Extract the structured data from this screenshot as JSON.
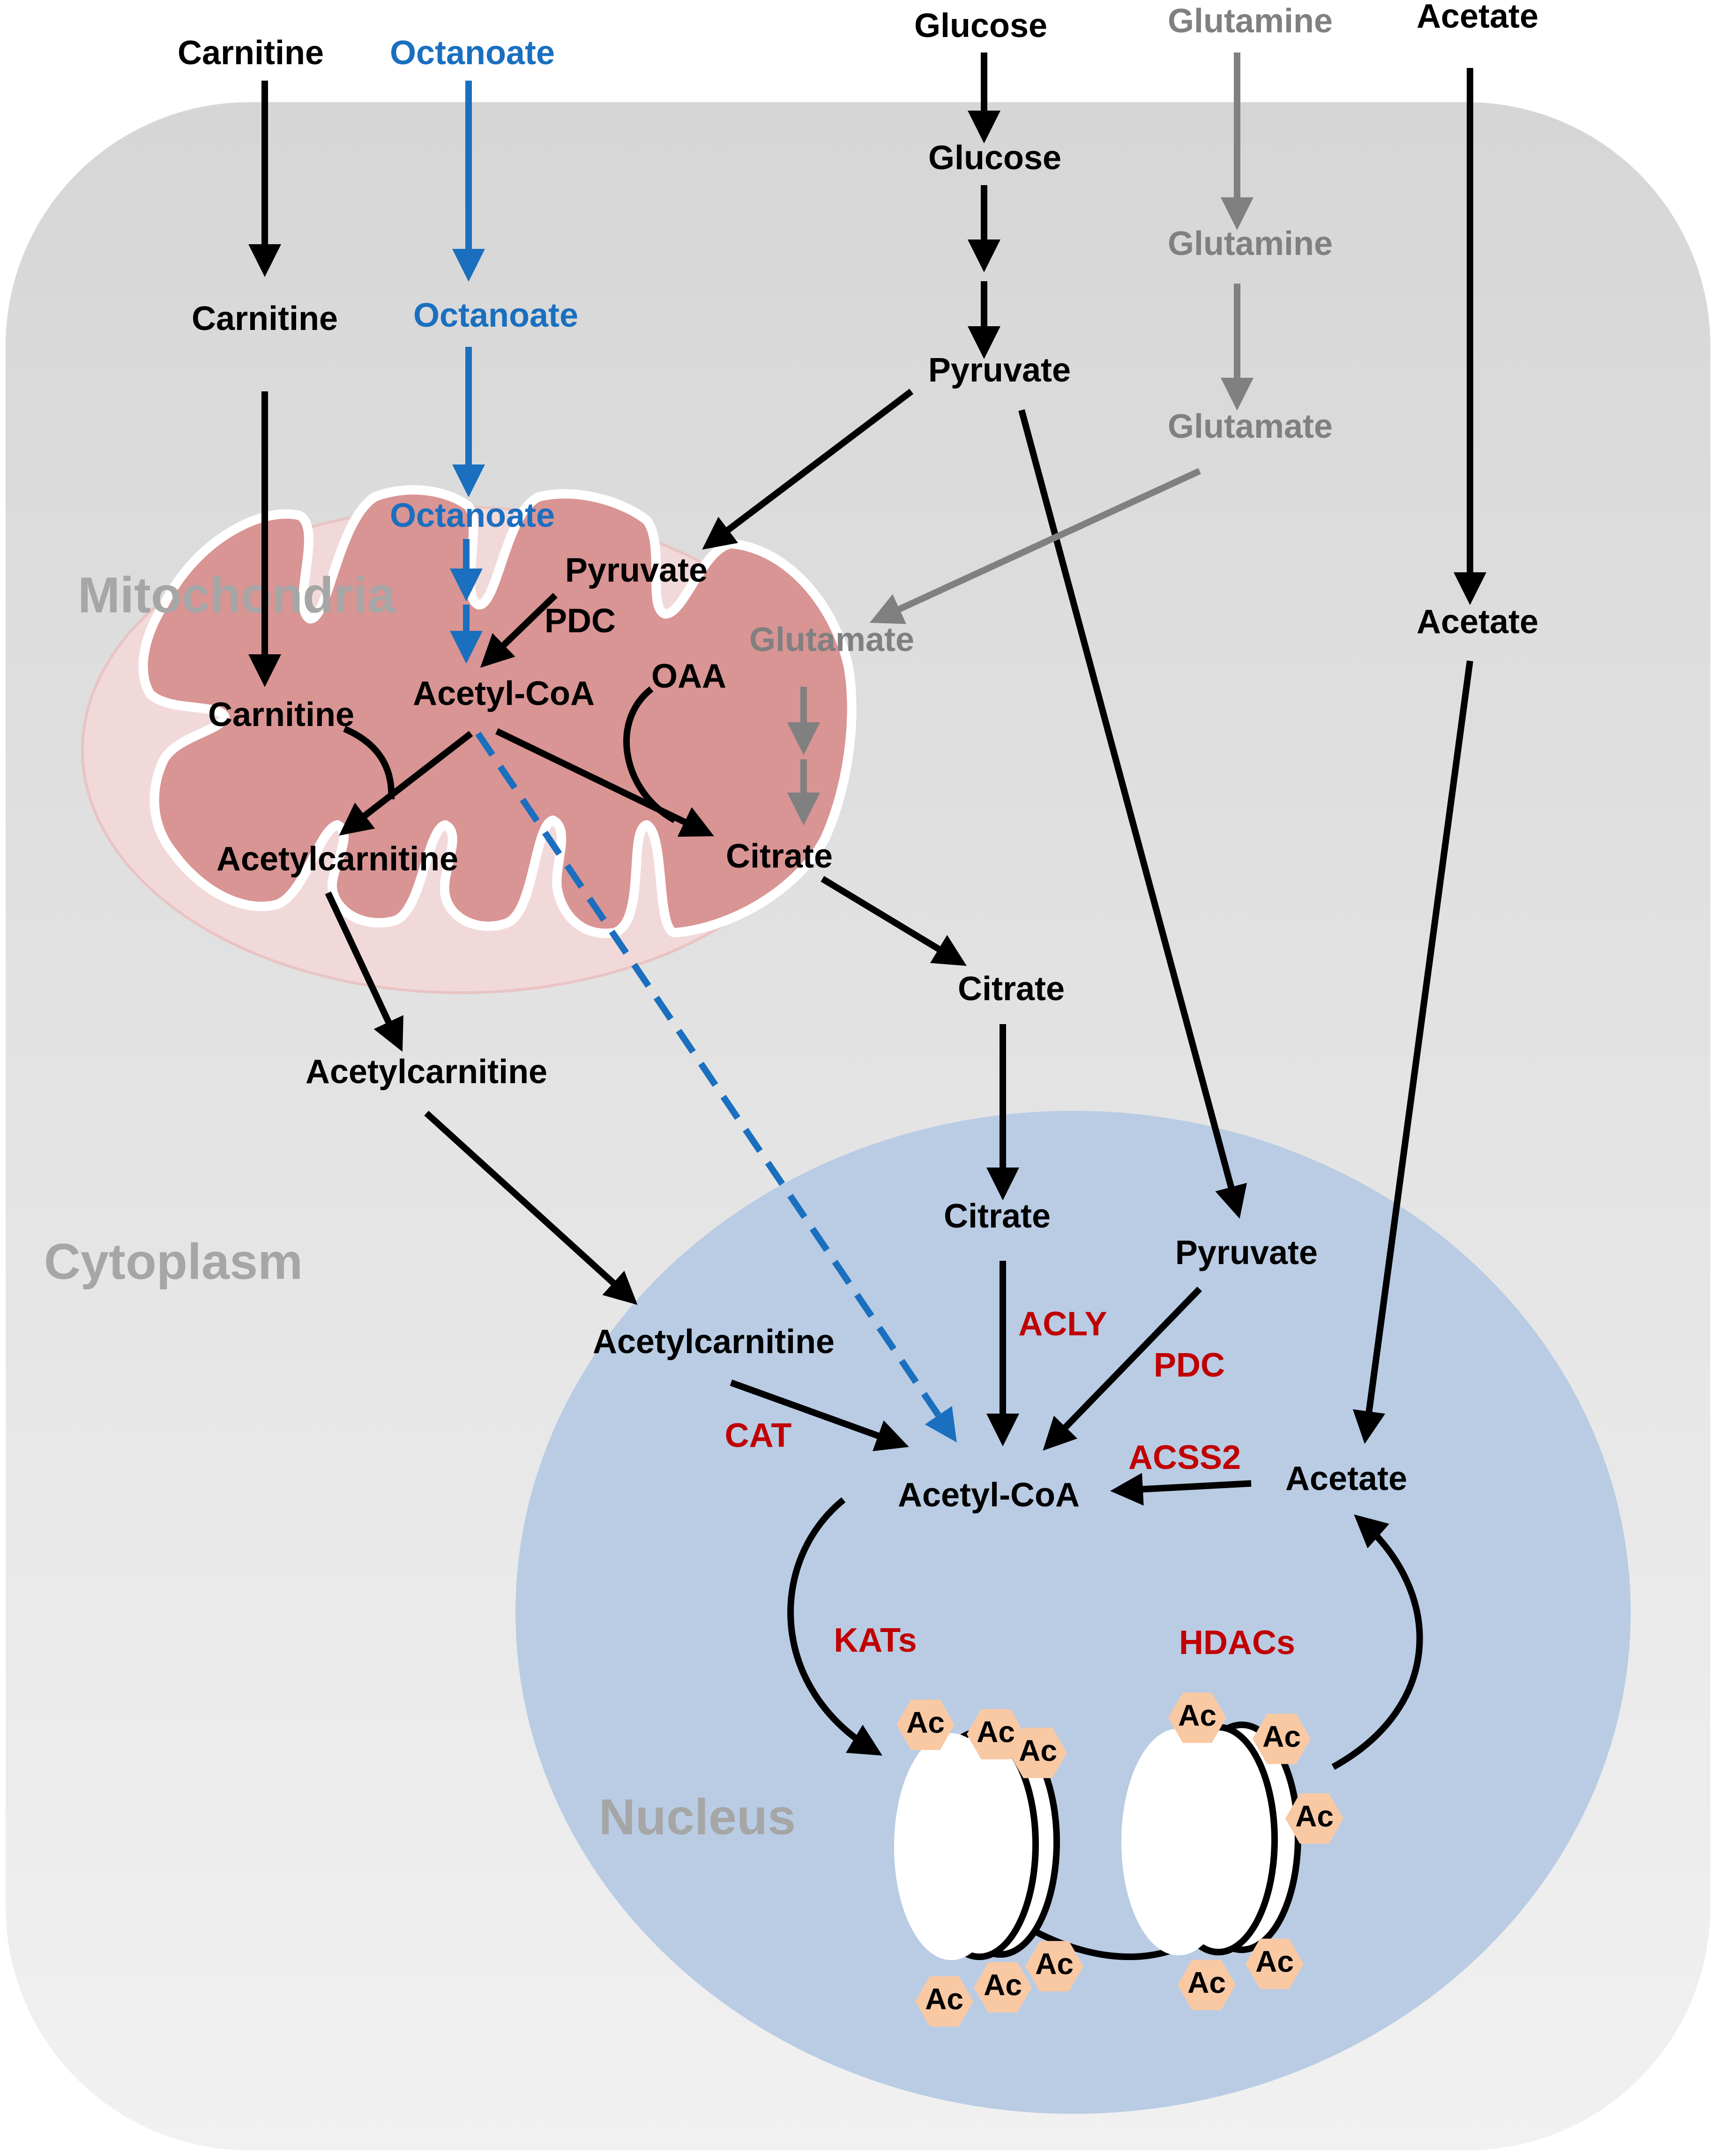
{
  "colors": {
    "cytoplasm": "#dcdcdc",
    "mito_outer": "#f2d9d9",
    "mito_inner": "#d99494",
    "nucleus": "#b9cce4",
    "black": "#000000",
    "blue": "#1a6fbf",
    "gray": "#808080",
    "red": "#c00000",
    "acetyl_tag": "#f9c9a4"
  },
  "compartments": {
    "cytoplasm": "Cytoplasm",
    "mitochondria": "Mitochondria",
    "nucleus": "Nucleus"
  },
  "external": {
    "carnitine": "Carnitine",
    "octanoate": "Octanoate",
    "glucose": "Glucose",
    "glutamine": "Glutamine",
    "acetate": "Acetate"
  },
  "cytoplasm": {
    "carnitine": "Carnitine",
    "octanoate": "Octanoate",
    "glucose": "Glucose",
    "glutamine": "Glutamine",
    "pyruvate": "Pyruvate",
    "glutamate": "Glutamate",
    "acetate": "Acetate",
    "citrate": "Citrate",
    "acetylcarnitine": "Acetylcarnitine"
  },
  "mitochondria": {
    "octanoate": "Octanoate",
    "pyruvate": "Pyruvate",
    "pdc": "PDC",
    "acetyl_coa": "Acetyl-CoA",
    "oaa": "OAA",
    "carnitine": "Carnitine",
    "glutamate": "Glutamate",
    "acetylcarnitine": "Acetylcarnitine",
    "citrate": "Citrate"
  },
  "nucleus": {
    "citrate": "Citrate",
    "pyruvate": "Pyruvate",
    "acetylcarnitine": "Acetylcarnitine",
    "acetyl_coa": "Acetyl-CoA",
    "acetate": "Acetate"
  },
  "enzymes": {
    "acly": "ACLY",
    "pdc": "PDC",
    "cat": "CAT",
    "acss2": "ACSS2",
    "kats": "KATs",
    "hdacs": "HDACs"
  },
  "acetyl_mark": "Ac"
}
